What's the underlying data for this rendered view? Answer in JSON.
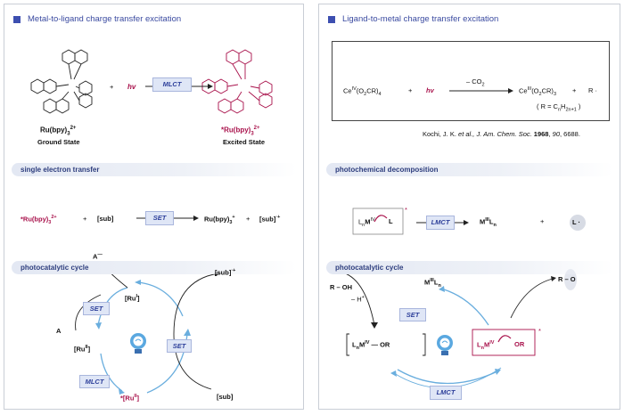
{
  "left": {
    "title": "Metal-to-ligand charge transfer excitation",
    "hv": "hv",
    "plus": "+",
    "mlct": "MLCT",
    "ground_label": "Ru(bpy)",
    "ground_sub": "3",
    "ground_sup": "2+",
    "ground_caption": "Ground State",
    "excited_label": "*Ru(bpy)",
    "excited_sub": "3",
    "excited_sup": "2+",
    "excited_caption": "Excited State",
    "sec1": "single electron transfer",
    "set_eq": {
      "reactant1": "*Ru(bpy)",
      "reactant1_sub": "3",
      "reactant1_sup": "2+",
      "plus": "+",
      "reactant2": "[sub]",
      "set": "SET",
      "product1": "Ru(bpy)",
      "product1_sub": "3",
      "product1_sup": "+",
      "product2": "[sub]",
      "product2_sup": "·+"
    },
    "sec2": "photocatalytic cycle",
    "cycle": {
      "a_minus": "A",
      "a_minus_sup": "—",
      "a": "A",
      "set_top": "SET",
      "ru1": "[Ru",
      "ru1_sup": "I",
      "ru2": "[Ru",
      "ru2_sup": "II",
      "mlct": "MLCT",
      "ru2star": "*[Ru",
      "ru2star_sup": "II",
      "set_right": "SET",
      "sub_rad": "[sub]",
      "sub_rad_sup": "·+",
      "sub": "[sub]"
    }
  },
  "right": {
    "title": "Ligand-to-metal charge transfer excitation",
    "eq": {
      "ce4": "Ce",
      "ce4_sup": "IV",
      "ce4_rest": "(O",
      "ce4_sub2": "2",
      "ce4_rest2": "CR)",
      "ce4_sub4": "4",
      "plus": "+",
      "hv": "hv",
      "co2": "– CO",
      "co2_sub": "2",
      "ce3": "Ce",
      "ce3_sup": "III",
      "ce3_rest": "(O",
      "ce3_sub2": "2",
      "ce3_rest2": "CR)",
      "ce3_sub3": "3",
      "plus2": "+",
      "rdot": "R ·",
      "rdef": "( R = C",
      "rdef_n": "n",
      "rdef_h": "H",
      "rdef_h_sub": "2n+1",
      "rdef_end": " )"
    },
    "ref": {
      "authors": "Kochi, J. K. ",
      "etal": "et al., J. Am. Chem. Soc.",
      "year": "1968",
      "vol": "90",
      "pages": ", 6688."
    },
    "sec1": "photochemical decomposition",
    "lmct": "LMCT",
    "decomp": {
      "lnm": "L",
      "lnm_sub": "n",
      "m": "M",
      "m_sup": "IV",
      "l": "L",
      "star": "*",
      "product": "M",
      "product_sup": "III",
      "product_l": "L",
      "product_sub": "n",
      "plus": "+",
      "ldot": "L ·"
    },
    "sec2": "photocatalytic cycle",
    "cycle": {
      "roh": "R – OH",
      "h_plus": "– H",
      "h_plus_sup": "+",
      "set": "SET",
      "m3": "M",
      "m3_sup": "III",
      "m3_l": "L",
      "m3_sub": "n",
      "ro": "R – O",
      "left_complex": "L",
      "left_complex_sub": "n",
      "left_m": "M",
      "left_m_sup": "IV",
      "left_or": " — OR",
      "right_complex": "L",
      "right_complex_sub": "n",
      "right_m": "M",
      "right_m_sup": "IV",
      "right_or": "OR",
      "star": "*",
      "lmct": "LMCT"
    }
  },
  "colors": {
    "accent": "#3d4fb0",
    "magenta": "#a8104a",
    "arrow_blue": "#6aaede",
    "box_fill": "#dfe6f6"
  }
}
